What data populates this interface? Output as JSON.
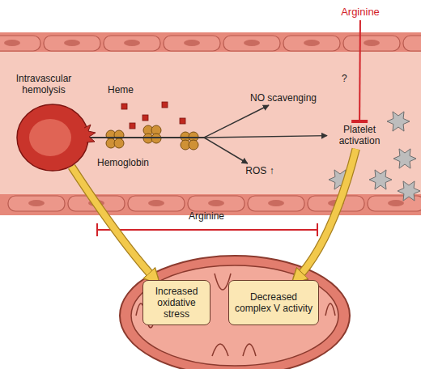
{
  "diagram": {
    "nodes": [
      {
        "text": [
          "Intravascular hemolysis"
        ]
      },
      {
        "text": [
          "NO scavenging"
        ]
      },
      {
        "text": [
          "ROS ↑"
        ]
      },
      {
        "text": [
          "Platelet activation"
        ]
      },
      {
        "text": [
          "Arginine"
        ]
      },
      {
        "text": [
          "Increased oxidative stress"
        ]
      },
      {
        "text": [
          "Decreased complex V activity"
        ]
      }
    ],
    "edges": [
      {
        "from": 0,
        "to": 1,
        "arrow": "to"
      },
      {
        "from": 0,
        "to": 2,
        "arrow": "to"
      },
      {
        "from": 0,
        "to": 3,
        "arrow": "to"
      },
      {
        "from": 4,
        "to": 3,
        "label": "?",
        "arrow": "to"
      },
      {
        "from": 0,
        "to": 5,
        "arrow": "to"
      },
      {
        "from": 3,
        "to": 6,
        "arrow": "to"
      }
    ],
    "labels": [
      "Heme",
      "Hemoglobin",
      "Arginine"
    ]
  }
}
